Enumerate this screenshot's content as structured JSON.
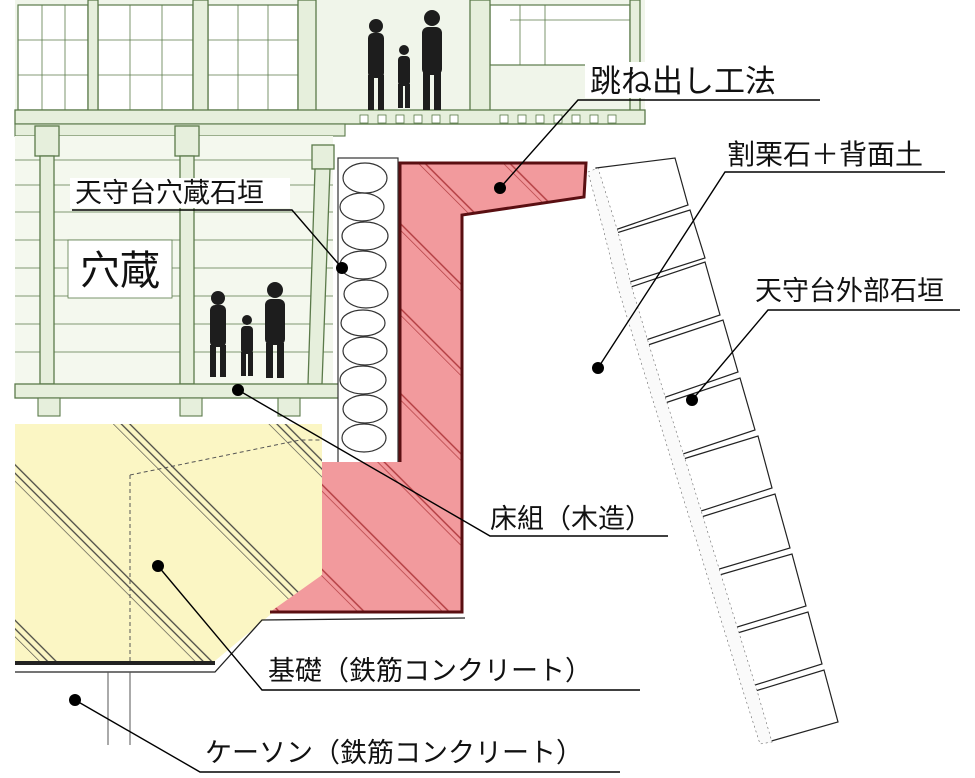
{
  "labels": {
    "cantilever_method": "跳ね出し工法",
    "crushed_stone_backfill": "割栗石＋背面土",
    "base_inner_wall": "天守台穴蔵石垣",
    "anagura": "穴蔵",
    "base_outer_wall": "天守台外部石垣",
    "floor_frame": "床組（木造）",
    "foundation": "基礎（鉄筋コンクリート）",
    "caisson": "ケーソン（鉄筋コンクリート）"
  },
  "colors": {
    "concrete_red": "#f29a9d",
    "foundation_yellow": "#fbf6c4",
    "building_frame": "#5b7a4a",
    "building_fill": "#e6efdc",
    "stone_outline": "#333333",
    "leader_line": "#000000"
  },
  "icons": [
    "people-silhouette-icon",
    "people-silhouette-icon"
  ]
}
